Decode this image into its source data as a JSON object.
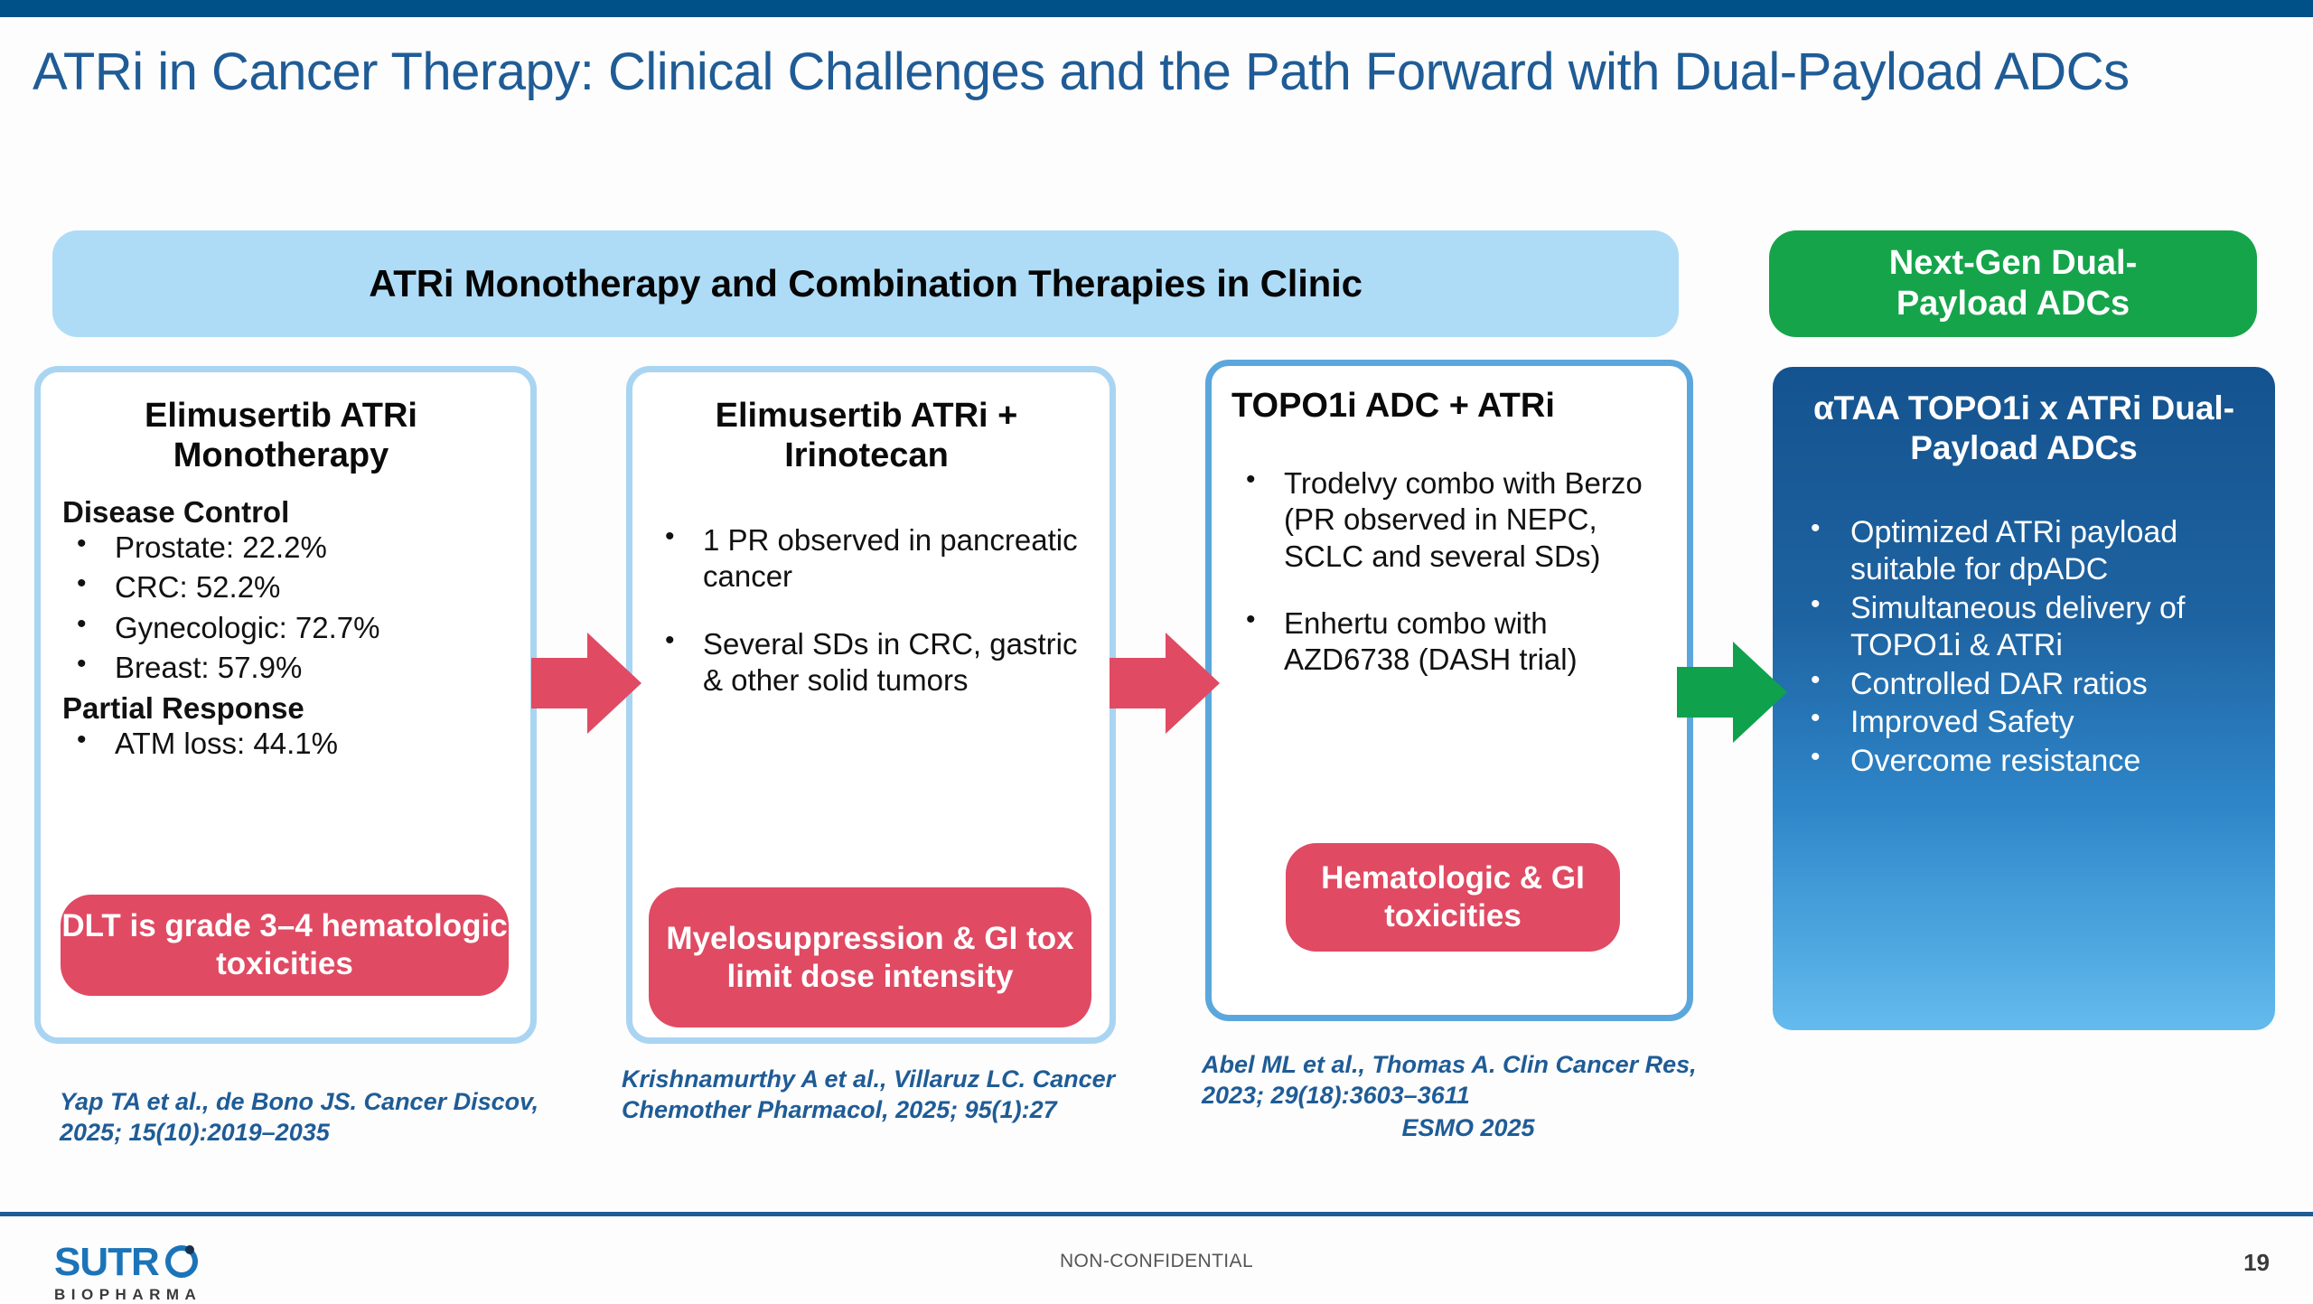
{
  "slide": {
    "title": "ATRi in Cancer Therapy: Clinical Challenges and the Path Forward with Dual-Payload ADCs",
    "banner": "ATRi Monotherapy and Combination Therapies in Clinic",
    "green_badge": "Next-Gen Dual-Payload ADCs",
    "page_number": "19",
    "confidentiality": "NON-CONFIDENTIAL"
  },
  "colors": {
    "topbar": "#005187",
    "title_blue": "#1F5C96",
    "banner_blue": "#AEDCF7",
    "badge_green": "#15A44A",
    "pill_red": "#E04A63",
    "card_border_light": "#A9D5F2",
    "card_border_strong": "#5BA7DD",
    "arrow_red": "#E04A63",
    "arrow_green": "#0FA14C",
    "card4_gradient_top": "#14538F",
    "card4_gradient_bottom": "#63BBEE"
  },
  "cards": [
    {
      "id": "elimusertib-monotherapy",
      "title": "Elimusertib ATRi Monotherapy",
      "sections": [
        {
          "heading": "Disease Control",
          "bullets": [
            "Prostate: 22.2%",
            "CRC: 52.2%",
            "Gynecologic: 72.7%",
            "Breast: 57.9%"
          ]
        },
        {
          "heading": "Partial Response",
          "bullets": [
            "ATM loss: 44.1%"
          ]
        }
      ],
      "pill": "DLT is grade 3–4 hematologic toxicities",
      "citation": "Yap TA et al., de Bono JS. Cancer Discov, 2025; 15(10):2019–2035"
    },
    {
      "id": "elimusertib-irinotecan",
      "title": "Elimusertib ATRi + Irinotecan",
      "bullets": [
        "1 PR observed in pancreatic cancer",
        "Several SDs in CRC, gastric & other solid tumors"
      ],
      "pill": "Myelosuppression & GI tox limit dose intensity",
      "citation": "Krishnamurthy A et al., Villaruz LC. Cancer Chemother Pharmacol, 2025; 95(1):27"
    },
    {
      "id": "topo1i-adc-atri",
      "title": "TOPO1i ADC + ATRi",
      "bullets": [
        "Trodelvy combo with Berzo (PR observed in NEPC, SCLC and several SDs)",
        "Enhertu combo with AZD6738 (DASH trial)"
      ],
      "pill": "Hematologic & GI toxicities",
      "citation": "Abel ML et al., Thomas A. Clin Cancer Res, 2023; 29(18):3603–3611",
      "citation2": "ESMO 2025"
    },
    {
      "id": "dual-payload-adc",
      "title": "αTAA TOPO1i x ATRi Dual-Payload ADCs",
      "bullets": [
        "Optimized ATRi payload suitable for dpADC",
        "Simultaneous delivery of TOPO1i & ATRi",
        "Controlled DAR ratios",
        "Improved Safety",
        "Overcome resistance"
      ]
    }
  ],
  "arrows": [
    {
      "name": "arrow-card1-to-card2",
      "color": "#E04A63"
    },
    {
      "name": "arrow-card2-to-card3",
      "color": "#E04A63"
    },
    {
      "name": "arrow-card3-to-card4",
      "color": "#0FA14C"
    }
  ],
  "logo": {
    "word": "SUTR",
    "sub": "BIOPHARMA"
  }
}
